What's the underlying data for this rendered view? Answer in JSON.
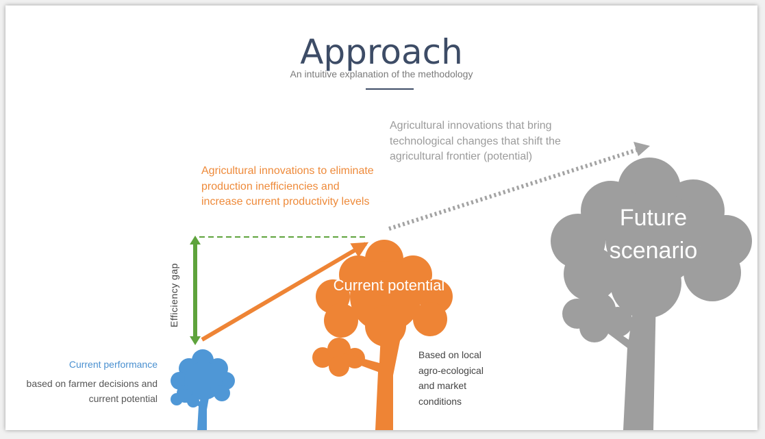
{
  "header": {
    "title": "Approach",
    "subtitle": "An intuitive explanation of the methodology"
  },
  "notes": {
    "technological_shift": "Agricultural innovations that bring technological changes that shift the agricultural frontier (potential)",
    "efficiency": "Agricultural innovations to eliminate production inefficiencies and increase current productivity levels",
    "efficiency_gap": "Efficiency gap"
  },
  "trees": {
    "current_performance": {
      "title": "Current performance",
      "description": "based on farmer decisions and current potential",
      "color": "#4f97d6"
    },
    "current_potential": {
      "label": "Current potential",
      "description": "Based on local agro-ecological and market conditions",
      "color": "#ee8435"
    },
    "future_scenario": {
      "label": "Future scenario",
      "color": "#9e9e9e"
    }
  },
  "colors": {
    "title": "#3d4c66",
    "gap_arrow": "#5ea33c",
    "dashed_line": "#5ea33c",
    "orange_arrow": "#ee8435",
    "dotted_arrow": "#a3a3a3"
  }
}
